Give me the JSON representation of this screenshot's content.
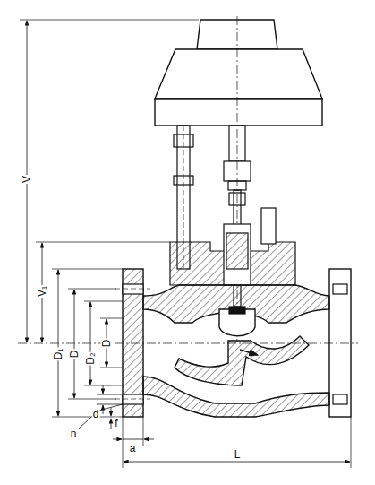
{
  "diagram": {
    "labels": [
      "V",
      "V₁",
      "D₁",
      "D",
      "D₂",
      "D",
      "d",
      "n",
      "f",
      "a",
      "L"
    ]
  }
}
